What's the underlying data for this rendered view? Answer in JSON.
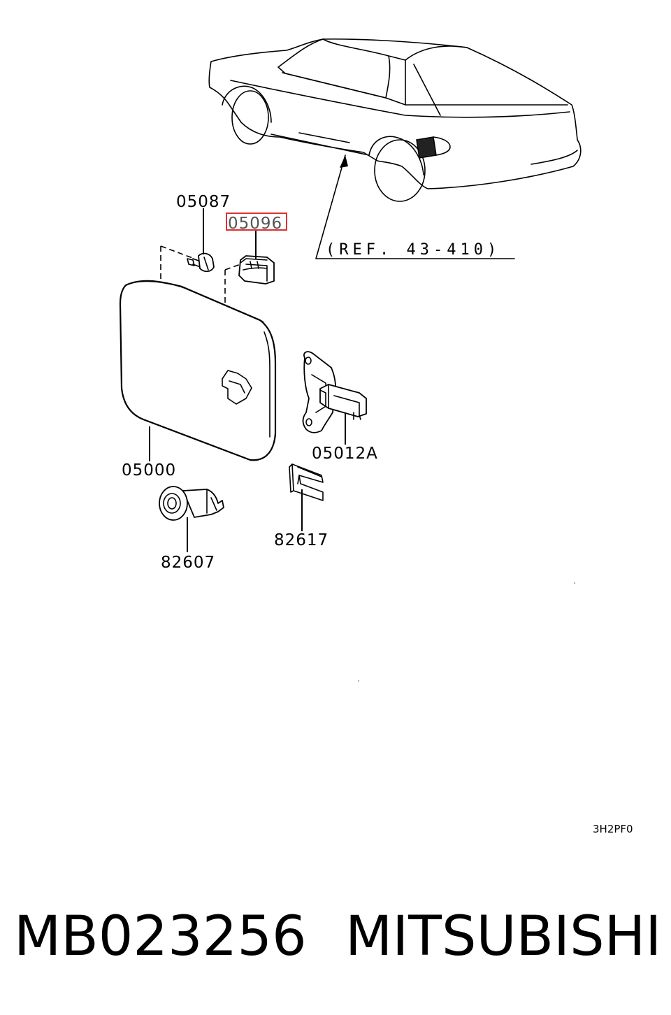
{
  "callouts": {
    "bolt": "05087",
    "clip": "05096",
    "ref": "(REF. 43-410)",
    "lid": "05000",
    "hinge": "05012A",
    "spring": "82617",
    "cylinder": "82607"
  },
  "diagram_code": "3H2PF0",
  "part_number": "MB023256",
  "brand": "MITSUBISHI",
  "colors": {
    "highlight": "#e03030"
  }
}
